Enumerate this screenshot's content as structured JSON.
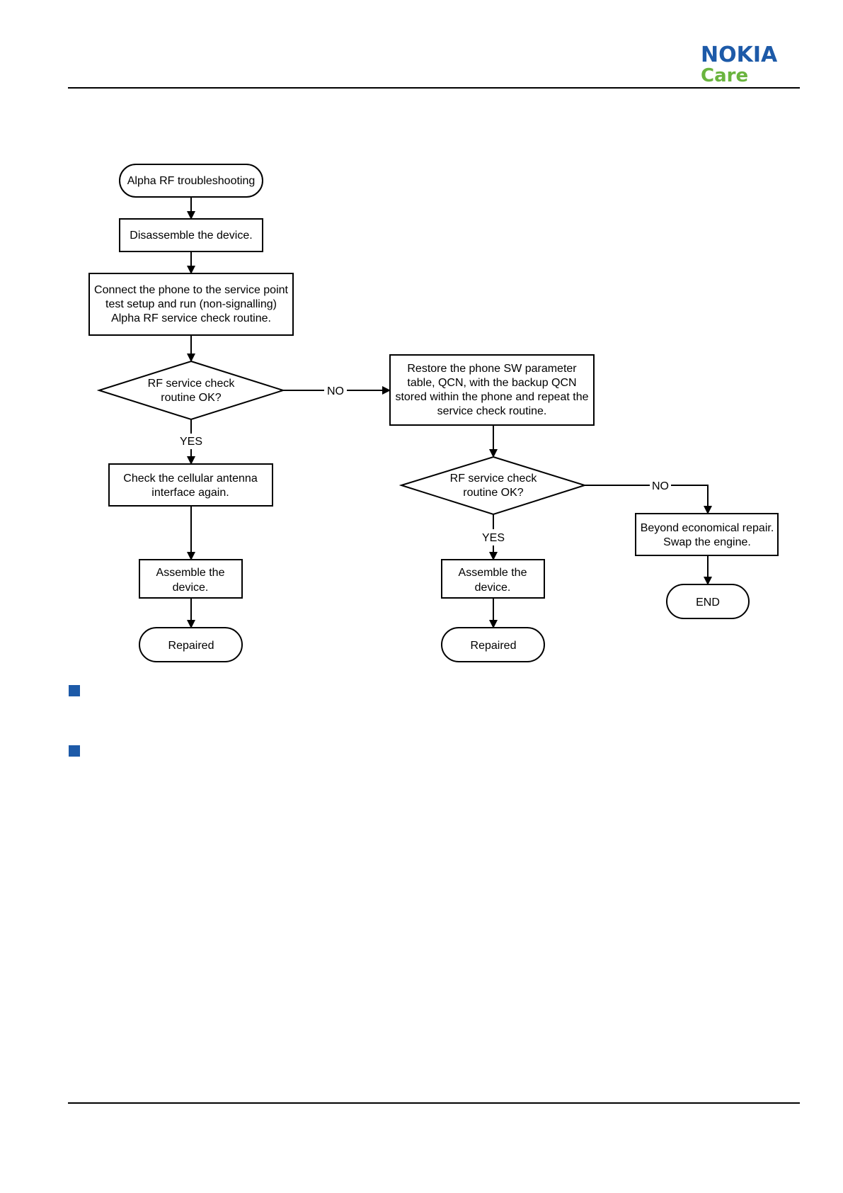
{
  "header": {
    "logo_main": "NOKIA",
    "logo_sub": "Care",
    "logo_main_color": "#1d5aa8",
    "logo_sub_color": "#6ab43e"
  },
  "bullet_color": "#1d5aa8",
  "flowchart": {
    "start": [
      "Alpha RF troubleshooting"
    ],
    "disassemble": [
      "Disassemble the device."
    ],
    "connect": [
      "Connect the phone to the service point",
      "test setup and run (non-signalling)",
      "Alpha RF service check routine."
    ],
    "decision_1": [
      "RF service check",
      "routine OK?"
    ],
    "restore": [
      "Restore the phone SW parameter",
      "table, QCN, with the backup QCN",
      "stored within the phone and repeat the",
      "service check routine."
    ],
    "check_antenna": [
      "Check the cellular antenna",
      "interface again."
    ],
    "decision_2": [
      "RF service check",
      "routine OK?"
    ],
    "beyond_repair": [
      "Beyond economical repair.",
      "Swap the engine."
    ],
    "assemble_left": [
      "Assemble the",
      "device."
    ],
    "assemble_mid": [
      "Assemble the",
      "device."
    ],
    "end": [
      "END"
    ],
    "repaired_left": [
      "Repaired"
    ],
    "repaired_mid": [
      "Repaired"
    ],
    "label_no_1": "NO",
    "label_yes_1": "YES",
    "label_no_2": "NO",
    "label_yes_2": "YES"
  }
}
